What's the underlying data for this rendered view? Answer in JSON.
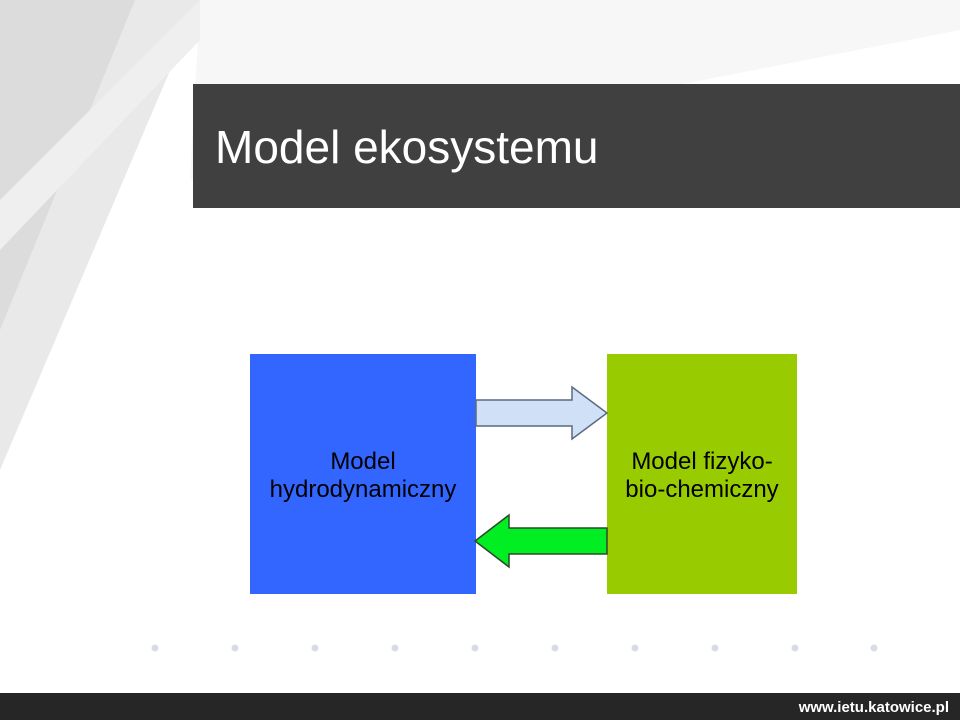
{
  "slide": {
    "title": "Model ekosystemu",
    "footer_url": "www.ietu.katowice.pl"
  },
  "diagram": {
    "left_box": {
      "line1": "Model",
      "line2": "hydrodynamiczny",
      "color": "#3366ff"
    },
    "right_box": {
      "line1": "Model fizyko-",
      "line2": "bio-chemiczny",
      "color": "#99cc00"
    },
    "arrow_right": {
      "icon": "arrow-right-icon",
      "color": "#cfe0f7"
    },
    "arrow_left": {
      "icon": "arrow-left-icon",
      "color": "#00ee22"
    }
  },
  "theme": {
    "title_bar_color": "#404040",
    "footer_bar_color": "#262626",
    "dot_color": "#d7dce6"
  }
}
